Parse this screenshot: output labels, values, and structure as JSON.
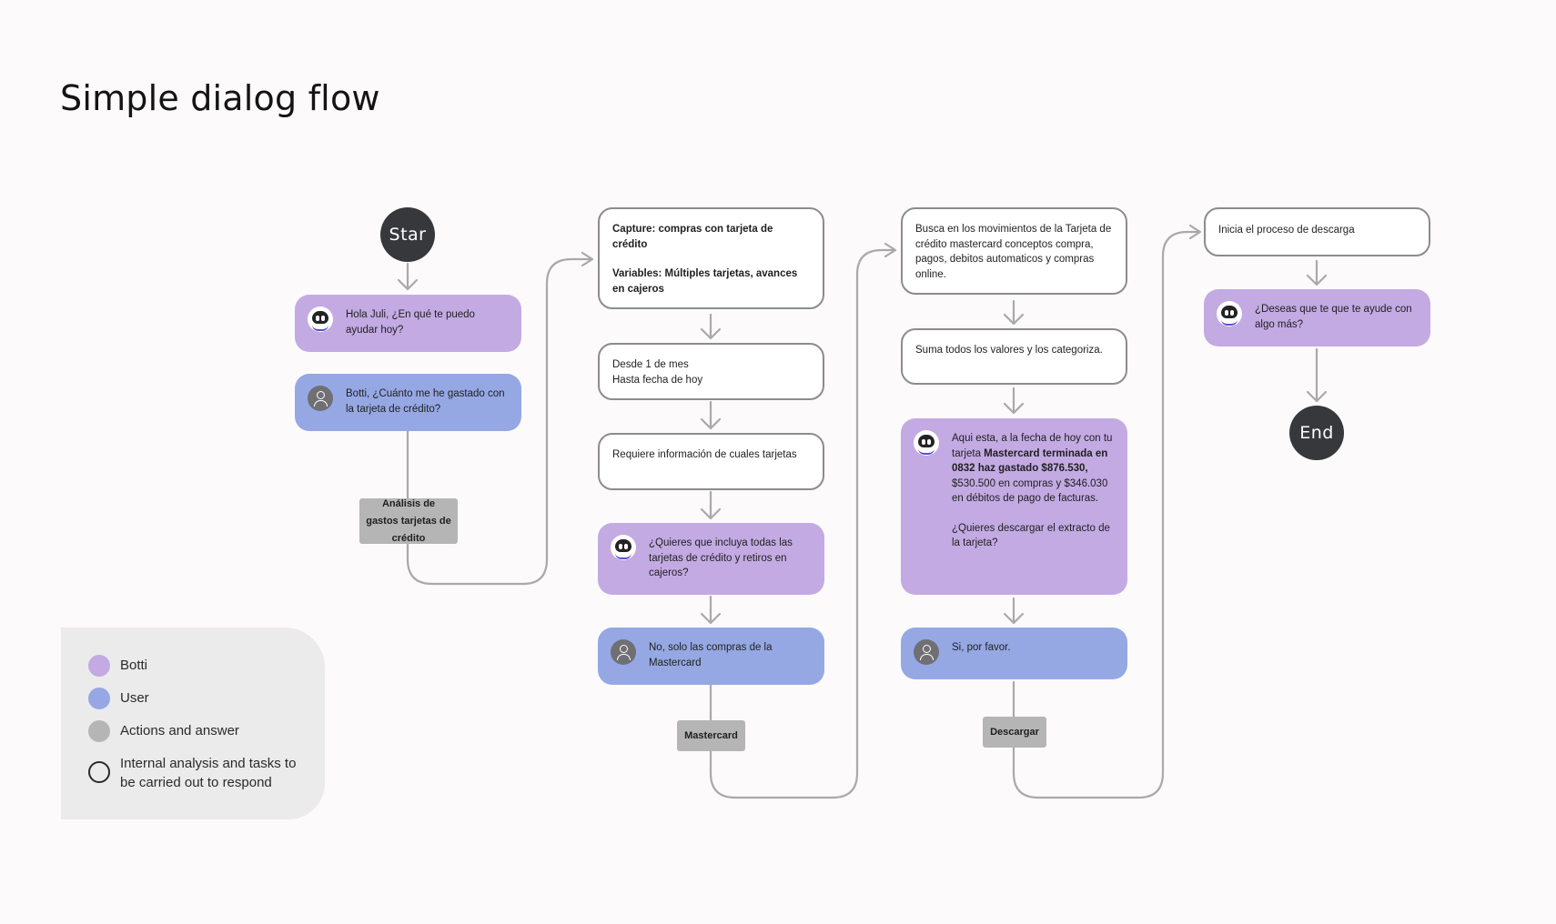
{
  "title": "Simple dialog flow",
  "colors": {
    "botti": "#c3aae3",
    "user": "#95a8e3",
    "action": "#b5b5b5",
    "terminal": "#37383b",
    "connector": "#a9a9a9"
  },
  "start": "Star",
  "end": "End",
  "col1": {
    "botti_greeting": "Hola Juli, ¿En qué te puedo ayudar hoy?",
    "user_question": "Botti, ¿Cuánto me he gastado con la tarjeta de crédito?",
    "action": "Análisis de gastos tarjetas de crédito"
  },
  "col2": {
    "capture_title": "Capture: compras con tarjeta de crédito",
    "capture_vars": "Variables: Múltiples tarjetas, avances en cajeros",
    "range_line1": "Desde 1 de mes",
    "range_line2": "Hasta fecha de hoy",
    "requires": "Requiere información de cuales tarjetas",
    "botti_question": "¿Quieres que incluya todas las tarjetas de crédito y retiros en cajeros?",
    "user_answer": "No, solo las compras de la Mastercard",
    "action": "Mastercard"
  },
  "col3": {
    "search": "Busca en los movimientos de la Tarjeta de crédito mastercard conceptos compra, pagos, debitos automaticos y compras online.",
    "sum": "Suma todos los valores y los categoriza.",
    "botti_answer": {
      "intro": "Aqui esta, a la fecha de hoy con tu tarjeta",
      "bold": "Mastercard terminada en 0832 haz gastado $876.530,",
      "detail": "$530.500 en compras y $346.030 en débitos de pago de facturas.",
      "question": "¿Quieres descargar el extracto de la tarjeta?"
    },
    "user_answer": "Si, por favor.",
    "action": "Descargar"
  },
  "col4": {
    "download": "Inicia el proceso de descarga",
    "botti_question": "¿Deseas que te que te ayude con algo más?"
  },
  "legend": [
    {
      "label": "Botti",
      "icon": "botti-dot-icon"
    },
    {
      "label": "User",
      "icon": "user-dot-icon"
    },
    {
      "label": "Actions and answer",
      "icon": "action-dot-icon"
    },
    {
      "label": "Internal analysis and tasks to be carried out to respond",
      "icon": "outline-dot-icon"
    }
  ]
}
